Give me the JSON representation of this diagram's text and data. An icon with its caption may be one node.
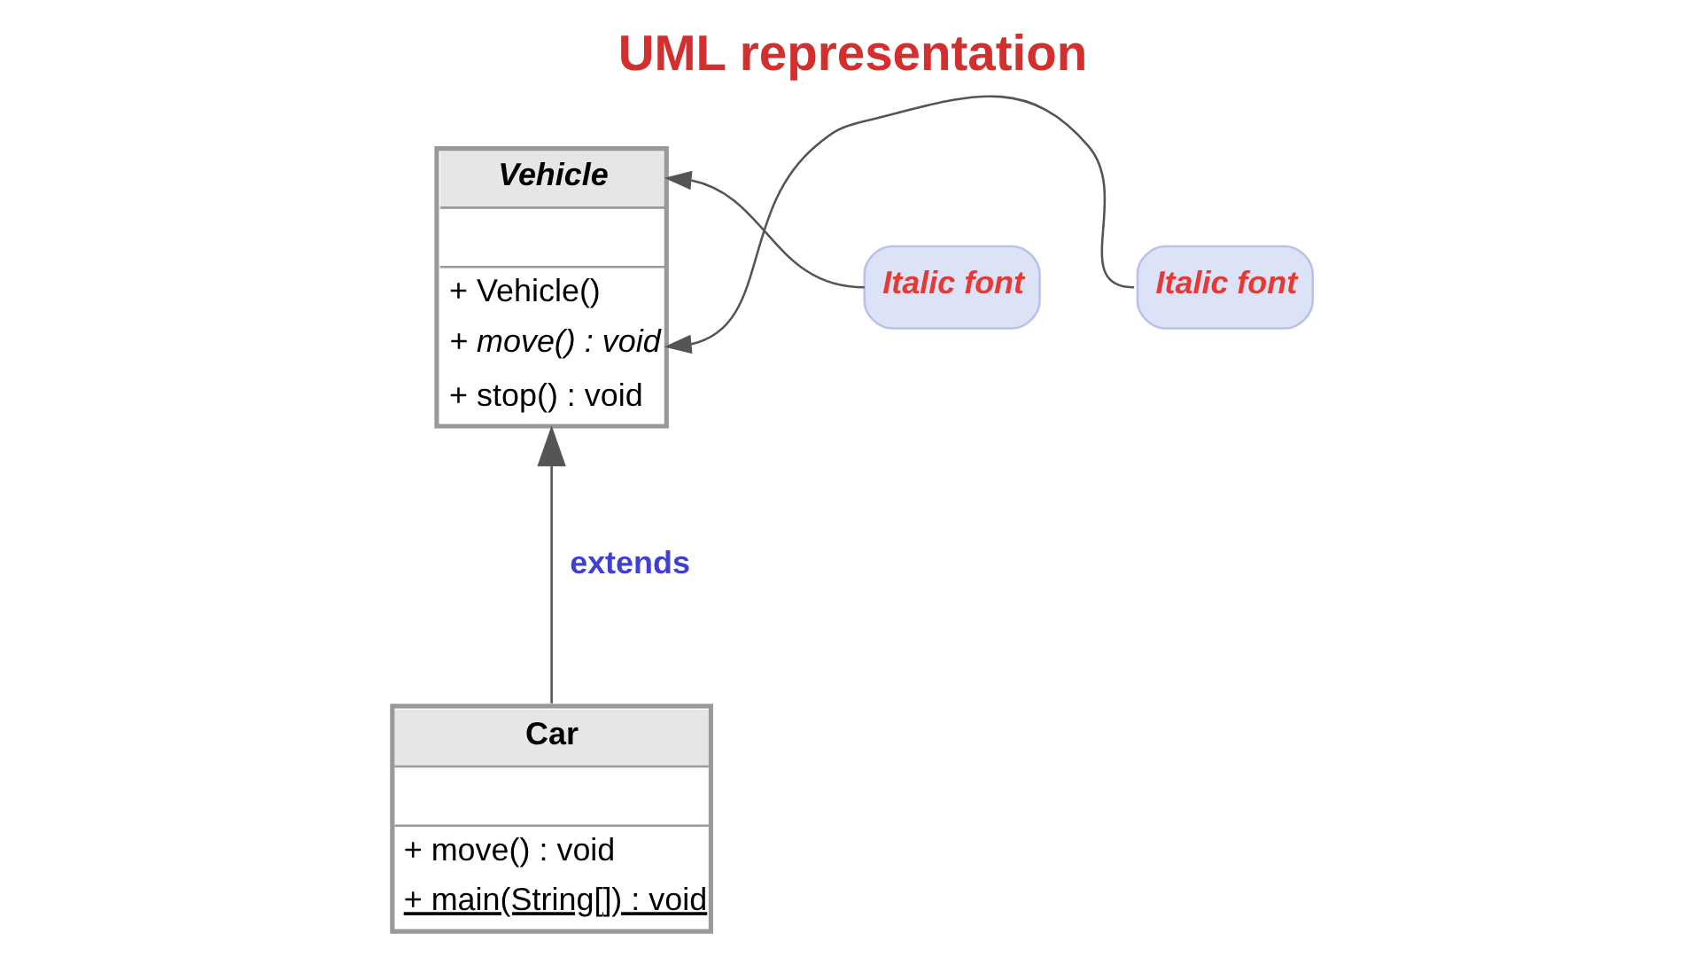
{
  "diagram": {
    "title": "UML representation",
    "nodes": [
      {
        "text": [
          "Vehicle",
          "+ Vehicle()",
          "+ move() : void",
          "+ stop() : void"
        ]
      },
      {
        "text": [
          "Italic font"
        ]
      },
      {
        "text": [
          "Italic font"
        ]
      },
      {
        "text": [
          "Car",
          "+ move() : void",
          "+ main(String[]) : void"
        ]
      }
    ],
    "edges": [
      {
        "from": 1,
        "to": 0,
        "arrow": "to"
      },
      {
        "from": 2,
        "to": 0,
        "arrow": "to"
      },
      {
        "from": 3,
        "to": 0,
        "arrow": "to",
        "label": "extends"
      }
    ]
  }
}
